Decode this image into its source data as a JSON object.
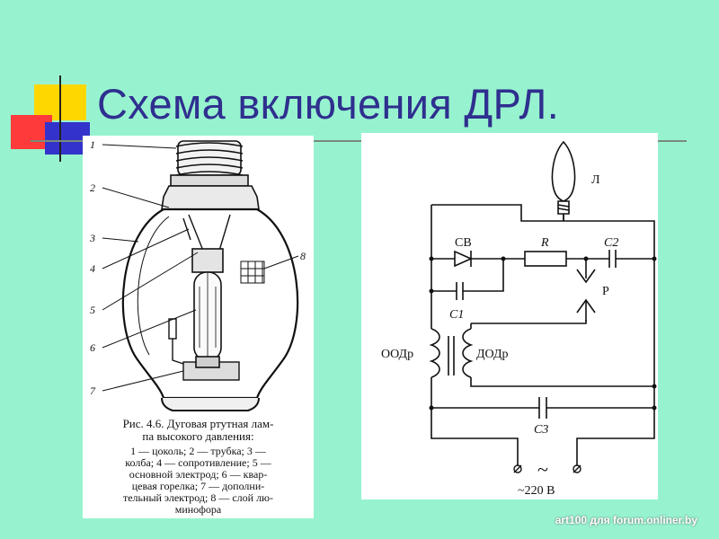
{
  "slide": {
    "title": "Схема включения ДРЛ.",
    "colors": {
      "background": "#97f3cf",
      "title": "#2f2f8f",
      "accent_red": "#ff3a3a",
      "accent_blue": "#3333cc",
      "accent_yellow": "#ffd700"
    }
  },
  "lamp_figure": {
    "callouts": [
      "1",
      "2",
      "3",
      "4",
      "5",
      "6",
      "7",
      "8"
    ],
    "caption_lines": [
      "Рис. 4.6. Дуговая ртутная лам-",
      "па высокого давления:",
      "1 — цоколь; 2 — трубка; 3 —",
      "колба; 4 — сопротивление; 5 —",
      "основной электрод; 6 — квар-",
      "цевая горелка; 7 — дополни-",
      "тельный электрод; 8 — слой лю-",
      "минофора"
    ]
  },
  "circuit": {
    "labels": {
      "lamp": "Л",
      "rectifier": "СВ",
      "resistor": "R",
      "capacitor2": "C2",
      "capacitor1": "C1",
      "spark_gap": "Р",
      "main_winding": "ООДр",
      "extra_winding": "ДОДр",
      "capacitor3": "C3",
      "supply": "~220 В",
      "tilde": "~"
    }
  },
  "watermark": "art100 для forum.onliner.by"
}
